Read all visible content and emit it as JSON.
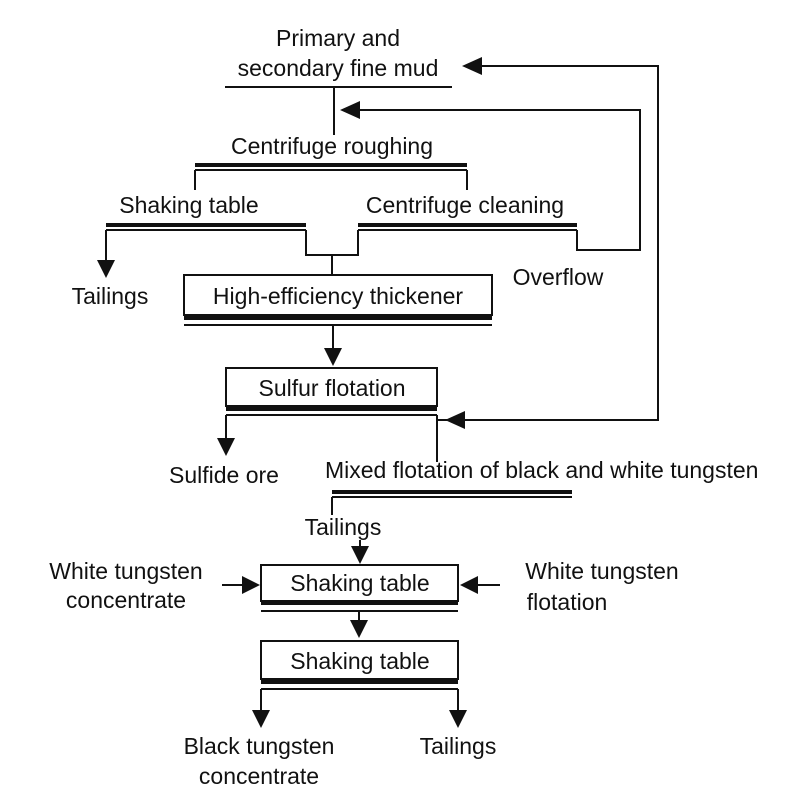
{
  "nodes": {
    "feed_line1": "Primary and",
    "feed_line2": "secondary fine mud",
    "centrifuge_roughing": "Centrifuge roughing",
    "shaking_table_1": "Shaking table",
    "centrifuge_cleaning": "Centrifuge cleaning",
    "tailings_1": "Tailings",
    "overflow": "Overflow",
    "thickener": "High-efficiency thickener",
    "sulfur_flotation": "Sulfur flotation",
    "sulfide_ore": "Sulfide ore",
    "mixed_flotation": "Mixed flotation of black and white tungsten",
    "tailings_2": "Tailings",
    "white_concentrate_line1": "White tungsten",
    "white_concentrate_line2": "concentrate",
    "shaking_table_2": "Shaking table",
    "white_flotation_line1": "White tungsten",
    "white_flotation_line2": "flotation",
    "shaking_table_3": "Shaking table",
    "black_concentrate_line1": "Black tungsten",
    "black_concentrate_line2": "concentrate",
    "tailings_3": "Tailings"
  },
  "colors": {
    "stroke": "#111111",
    "background": "#ffffff"
  }
}
